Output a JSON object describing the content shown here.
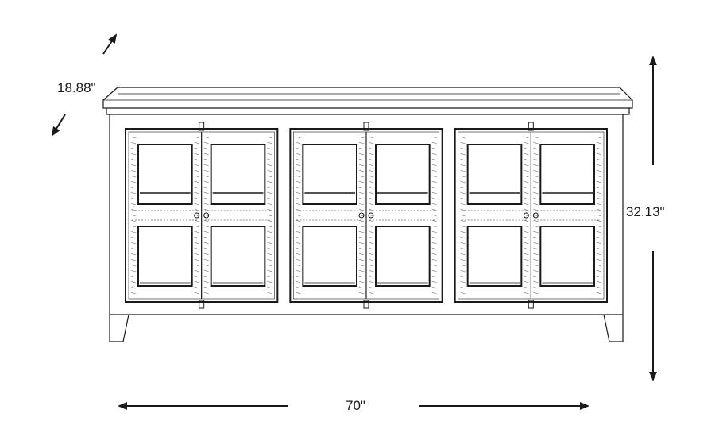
{
  "dimensions": {
    "depth": "18.88\"",
    "height": "32.13\"",
    "width": "70\""
  },
  "furniture": {
    "cabinet_sections": 3,
    "doors_per_section": 2,
    "panes_per_door": 2
  },
  "colors": {
    "line": "#1a1a1a",
    "background": "#ffffff"
  }
}
